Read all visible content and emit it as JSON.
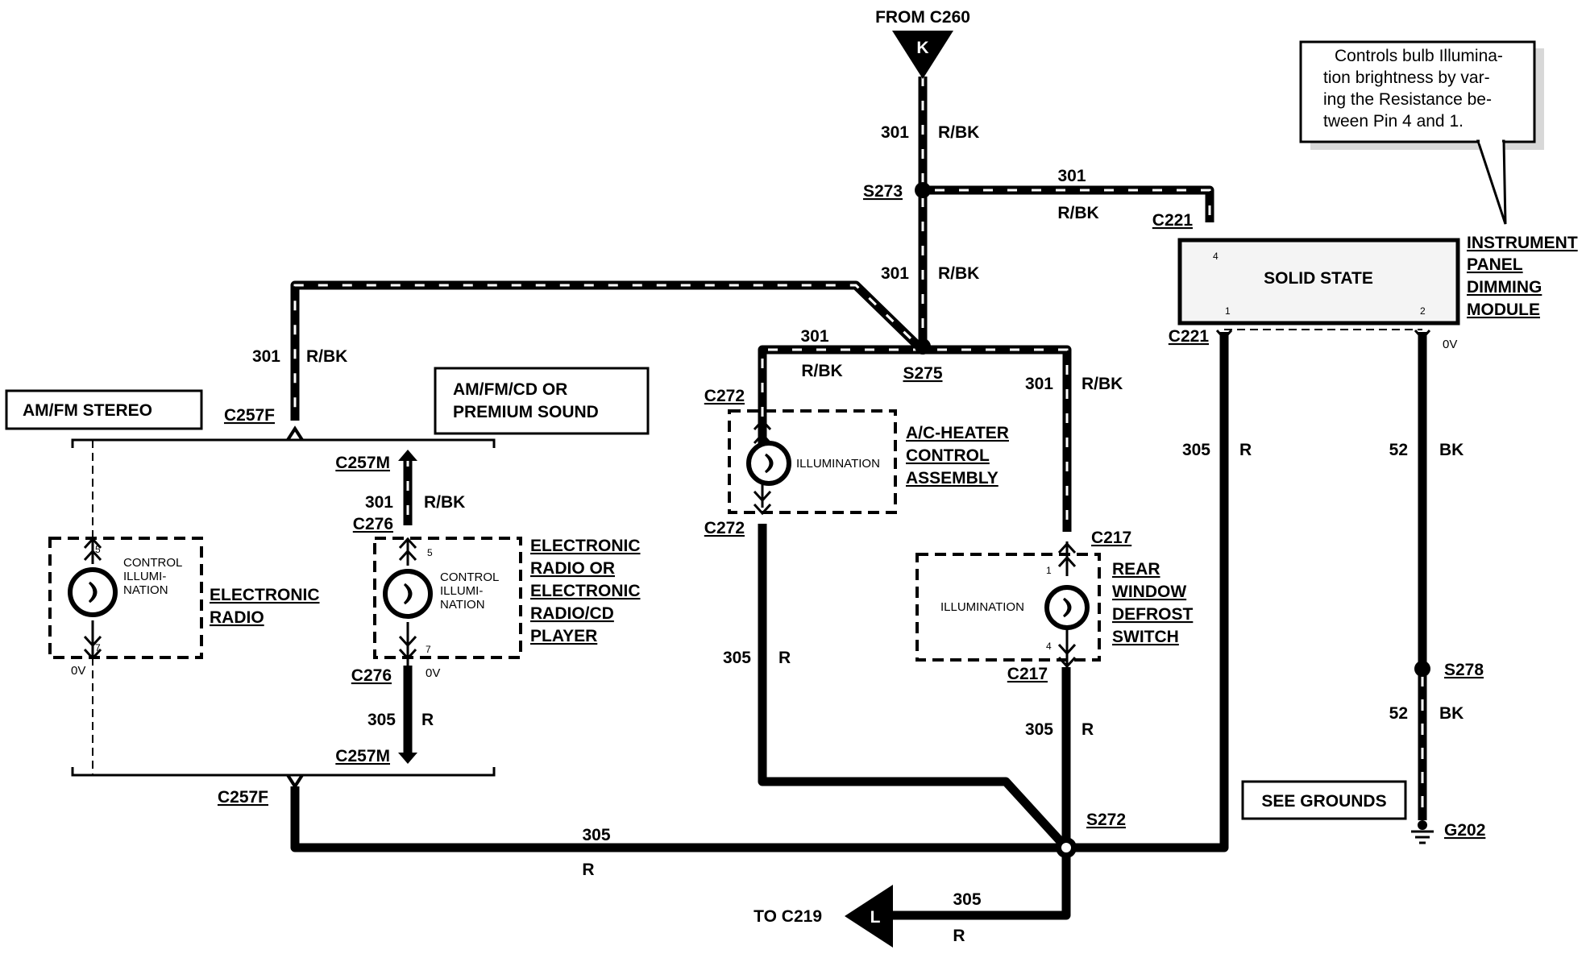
{
  "top_label": "FROM C260",
  "top_connector": "K",
  "bottom_label": "TO C219",
  "bottom_connector": "L",
  "note_lines": [
    "Controls bulb Illumina-",
    "tion brightness by var-",
    "ing the Resistance be-",
    "tween Pin 4 and 1."
  ],
  "module": {
    "name_lines": [
      "INSTRUMENT",
      "PANEL",
      "DIMMING",
      "MODULE"
    ],
    "inner": "SOLID STATE",
    "pin_4": "4",
    "pin_1": "1",
    "pin_2": "2"
  },
  "splices": {
    "s273": "S273",
    "s275": "S275",
    "s272": "S272",
    "s278": "S278"
  },
  "connectors": {
    "c221_top": "C221",
    "c221_bottom": "C221",
    "c272_top": "C272",
    "c272_bottom": "C272",
    "c217_top": "C217",
    "c217_bottom": "C217",
    "c257f_top": "C257F",
    "c257f_bottom": "C257F",
    "c257m_top": "C257M",
    "c257m_bottom": "C257M",
    "c276_top": "C276",
    "c276_bottom": "C276"
  },
  "ground": {
    "label": "G202",
    "see": "SEE GROUNDS"
  },
  "circuits": {
    "c301": "301",
    "c305": "305",
    "c52": "52",
    "rbk": "R/BK",
    "r": "R",
    "bk": "BK",
    "zero_v": "0V"
  },
  "components": {
    "am_fm_stereo": "AM/FM STEREO",
    "am_fm_cd_lines": [
      "AM/FM/CD OR",
      "PREMIUM SOUND"
    ],
    "electronic_radio_lines": [
      "ELECTRONIC",
      "RADIO"
    ],
    "electronic_radio_cd_lines": [
      "ELECTRONIC",
      "RADIO OR",
      "ELECTRONIC",
      "RADIO/CD",
      "PLAYER"
    ],
    "ac_heater_lines": [
      "A/C-HEATER",
      "CONTROL",
      "ASSEMBLY"
    ],
    "rear_defrost_lines": [
      "REAR",
      "WINDOW",
      "DEFROST",
      "SWITCH"
    ],
    "illumination": "ILLUMINATION",
    "control_illum_lines": [
      "CONTROL",
      "ILLUMI-",
      "NATION"
    ],
    "pin_5": "5",
    "pin_7": "7",
    "pin_1": "1",
    "pin_4": "4"
  }
}
